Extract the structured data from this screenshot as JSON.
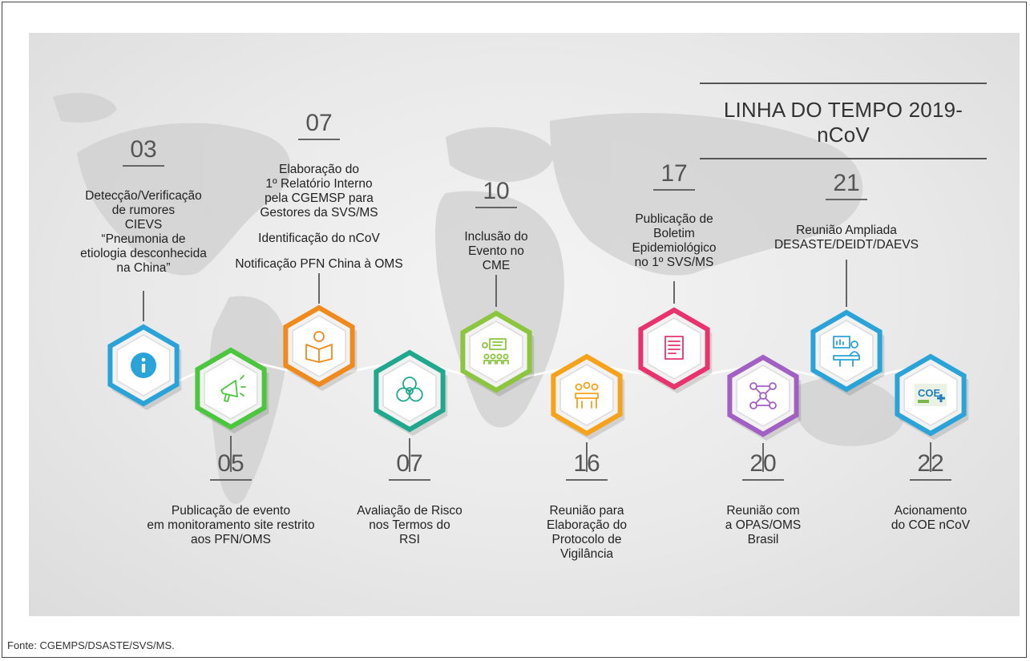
{
  "title": "LINHA DO TEMPO 2019-nCoV",
  "source_note": "Fonte: CGEMPS/DSASTE/SVS/MS.",
  "events": [
    {
      "date": "03",
      "lines": [
        "Detecção/Verificação",
        "de rumores",
        "CIEVS",
        "“Pneumonia de",
        "etiologia desconhecida",
        "na China”"
      ],
      "icon": "info-icon",
      "color": "#2aa3d8"
    },
    {
      "date": "05",
      "lines": [
        "Publicação de evento",
        "em monitoramento site restrito",
        "aos PFN/OMS"
      ],
      "icon": "megaphone-icon",
      "color": "#4cc63f"
    },
    {
      "date": "07",
      "lines": [
        "Elaboração do",
        "1º Relatório Interno",
        "pela CGEMSP para",
        "Gestores da SVS/MS",
        "",
        "Identificação do nCoV",
        "",
        "Notificação PFN China à OMS"
      ],
      "icon": "reading-person-icon",
      "color": "#f08a1c"
    },
    {
      "date": "07",
      "lines": [
        "Avaliação de Risco",
        "nos Termos do",
        "RSI"
      ],
      "icon": "biohazard-icon",
      "color": "#1fa88e"
    },
    {
      "date": "10",
      "lines": [
        "Inclusão do",
        "Evento no",
        "CME"
      ],
      "icon": "presentation-icon",
      "color": "#8cc63f"
    },
    {
      "date": "16",
      "lines": [
        "Reunião para",
        "Elaboração do",
        "Protocolo de",
        "Vigilância"
      ],
      "icon": "meeting-icon",
      "color": "#f7a21b"
    },
    {
      "date": "17",
      "lines": [
        "Publicação de",
        "Boletim",
        "Epidemiológico",
        "no 1º SVS/MS"
      ],
      "icon": "newspaper-icon",
      "color": "#e8336e"
    },
    {
      "date": "20",
      "lines": [
        "Reunião com",
        "a OPAS/OMS",
        "Brasil"
      ],
      "icon": "network-icon",
      "color": "#a25fc4"
    },
    {
      "date": "21",
      "lines": [
        "Reunião Ampliada",
        "DESASTE/DEIDT/DAEVS"
      ],
      "icon": "conference-icon",
      "color": "#2aa3d8"
    },
    {
      "date": "22",
      "lines": [
        "Acionamento",
        "do COE nCoV"
      ],
      "icon": "coe-logo-icon",
      "color": "#2aa3d8",
      "logo_text": "COE"
    }
  ],
  "colors": {
    "gray_hex": "#e7e7e7",
    "text": "#222222"
  }
}
